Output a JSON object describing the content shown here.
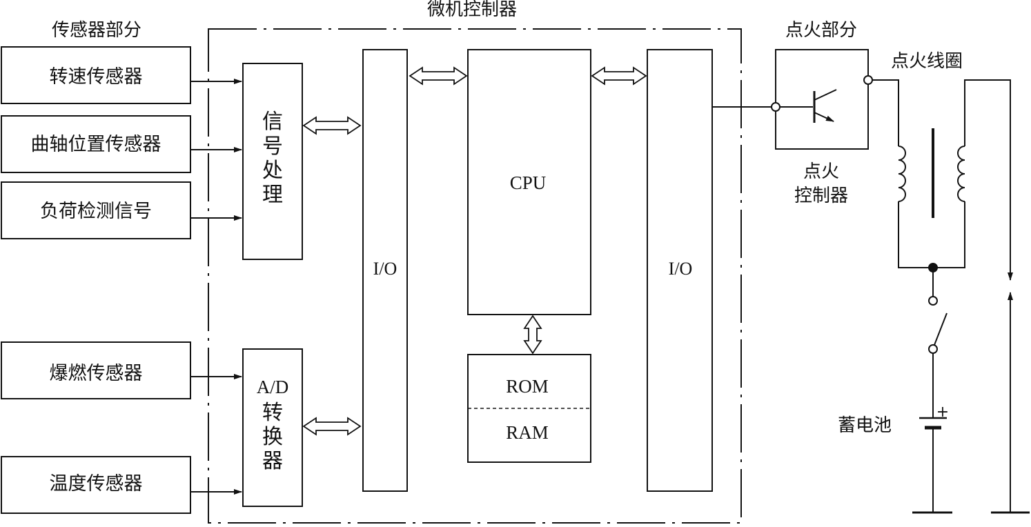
{
  "sensor_section": {
    "title": "传感器部分",
    "sensors": [
      "转速传感器",
      "曲轴位置传感器",
      "负荷检测信号",
      "爆燃传感器",
      "温度传感器"
    ]
  },
  "controller": {
    "title": "微机控制器",
    "signal_processing_chars": [
      "信",
      "号",
      "处",
      "理"
    ],
    "ad_converter": {
      "line1": "A/D",
      "chars": [
        "转",
        "换",
        "器"
      ]
    },
    "io_left": "I/O",
    "cpu": "CPU",
    "rom": "ROM",
    "ram": "RAM",
    "io_right": "I/O"
  },
  "ignition_section": {
    "title": "点火部分",
    "igniter_line1": "点火",
    "igniter_line2": "控制器",
    "coil": "点火线圈",
    "battery": "蓄电池",
    "battery_plus": "+"
  }
}
